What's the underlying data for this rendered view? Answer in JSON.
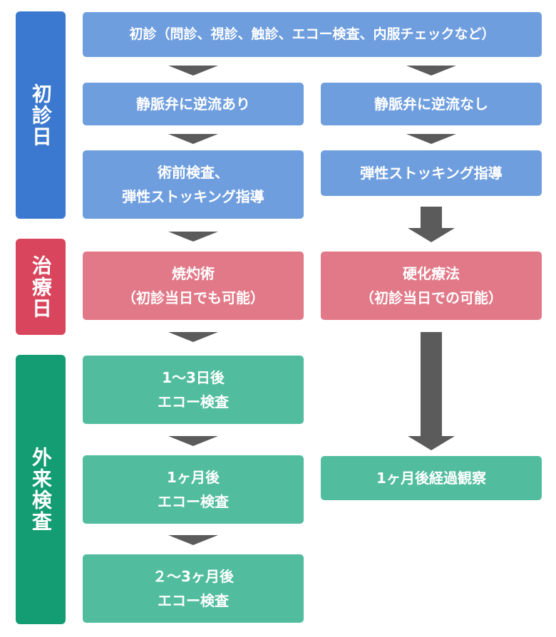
{
  "phases": {
    "initial": "初診日",
    "treatment": "治療日",
    "outpatient": "外来検査"
  },
  "header": "初診（問診、視診、触診、エコー検査、内服チェックなど）",
  "left": {
    "reflux": "静脈弁に逆流あり",
    "preop_line1": "術前検査、",
    "preop_line2": "弾性ストッキング指導",
    "ablation_line1": "焼灼術",
    "ablation_line2": "（初診当日でも可能）",
    "check1_line1": "1～3日後",
    "check1_line2": "エコー検査",
    "check2_line1": "1ヶ月後",
    "check2_line2": "エコー検査",
    "check3_line1": "２～3ヶ月後",
    "check3_line2": "エコー検査"
  },
  "right": {
    "no_reflux": "静脈弁に逆流なし",
    "stocking": "弾性ストッキング指導",
    "sclero_line1": "硬化療法",
    "sclero_line2": "（初診当日での可能）",
    "followup": "1ヶ月後経過観察"
  },
  "colors": {
    "initial": "#3b79d0",
    "treatment": "#d9455c",
    "outpatient": "#149c72",
    "box_blue": "#6f9edf",
    "box_red": "#e27988",
    "box_green": "#52bd9e",
    "arrow": "#5b5b5b"
  }
}
